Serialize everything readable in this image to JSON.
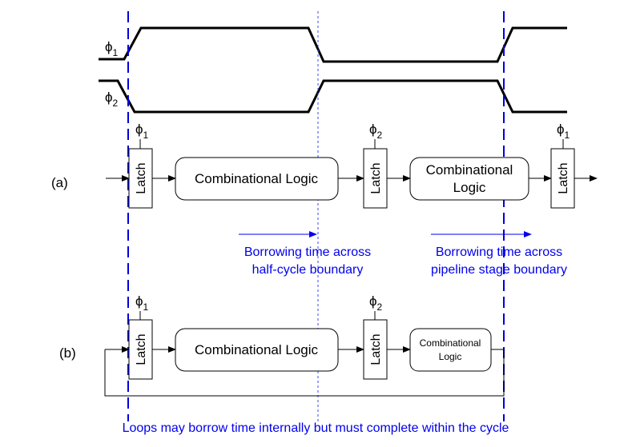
{
  "clocks": {
    "phi": "ϕ",
    "sub1": "1",
    "sub2": "2"
  },
  "rows": {
    "a_label": "(a)",
    "b_label": "(b)"
  },
  "blocks": {
    "latch": "Latch",
    "comb_logic": "Combinational Logic",
    "comb_line1": "Combinational",
    "comb_line2": "Logic"
  },
  "annotations": {
    "half_cycle_line1": "Borrowing time across",
    "half_cycle_line2": "half-cycle boundary",
    "pipeline_line1": "Borrowing time across",
    "pipeline_line2": "pipeline stage boundary",
    "loop_note": "Loops may borrow time internally but must complete within the cycle"
  },
  "colors": {
    "annotation": "#0000ee",
    "lines": "#000000"
  }
}
